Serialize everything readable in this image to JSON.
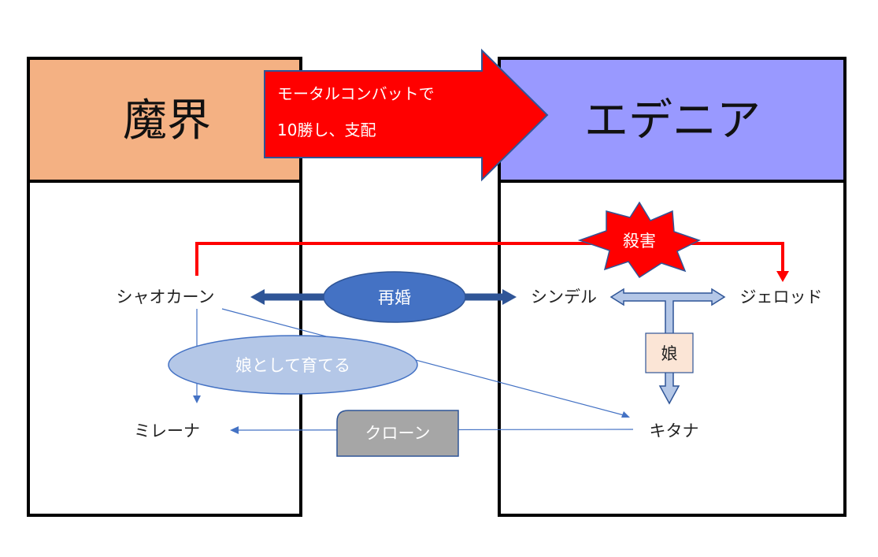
{
  "panels": {
    "left_title": "魔界",
    "right_title": "エデニア",
    "left_header_color": "#f4b183",
    "right_header_color": "#9999ff"
  },
  "banner": {
    "line1": "モータルコンバットで",
    "line2": "10勝し、支配",
    "color": "#ff0000"
  },
  "characters": {
    "shao_kahn": "シャオカーン",
    "sindel": "シンデル",
    "jerrod": "ジェロッド",
    "mileena": "ミレーナ",
    "kitana": "キタナ"
  },
  "relations": {
    "remarriage": "再婚",
    "raise_as_daughter": "娘として育てる",
    "daughter": "娘",
    "clone": "クローン",
    "murder": "殺害"
  },
  "colors": {
    "remarriage_fill": "#4472c4",
    "daughter_arrow_fill": "#b4c7e7",
    "raise_fill": "#b4c7e7",
    "clone_fill": "#a6a6a6",
    "daughter_box_fill": "#fbe5d6",
    "murder_red": "#ff0000"
  }
}
